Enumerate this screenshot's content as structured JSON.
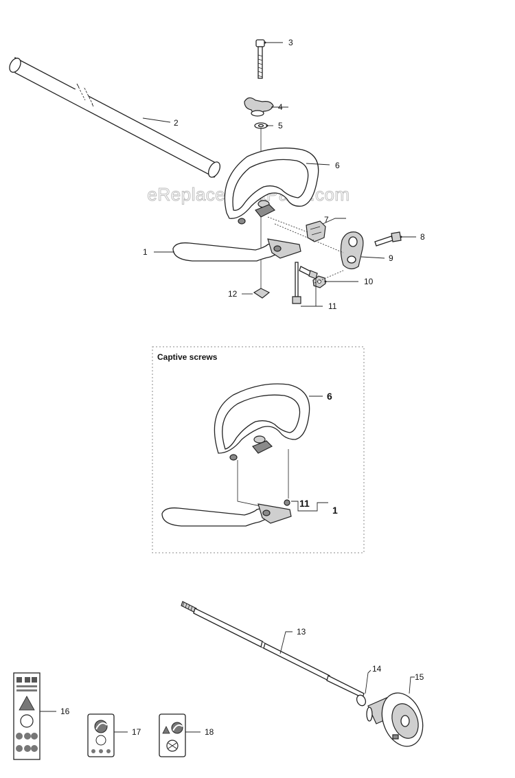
{
  "watermark": "eReplacementParts.com",
  "inset": {
    "title": "Captive screws",
    "callouts": [
      "6",
      "11",
      "1"
    ]
  },
  "callouts": [
    "1",
    "2",
    "3",
    "4",
    "5",
    "6",
    "7",
    "8",
    "9",
    "10",
    "11",
    "12",
    "13",
    "14",
    "15",
    "16",
    "17",
    "18"
  ],
  "parts": [
    {
      "number": "1",
      "icon": "loop-handle-bar-icon"
    },
    {
      "number": "2",
      "icon": "shaft-tube-icon"
    },
    {
      "number": "3",
      "icon": "bolt-icon"
    },
    {
      "number": "4",
      "icon": "wing-knob-icon"
    },
    {
      "number": "5",
      "icon": "washer-icon"
    },
    {
      "number": "6",
      "icon": "loop-handle-icon"
    },
    {
      "number": "7",
      "icon": "clamp-icon"
    },
    {
      "number": "8",
      "icon": "screw-icon"
    },
    {
      "number": "9",
      "icon": "stop-bracket-icon"
    },
    {
      "number": "10",
      "icon": "nut-icon"
    },
    {
      "number": "11",
      "icon": "screw-icon"
    },
    {
      "number": "12",
      "icon": "square-nut-icon"
    },
    {
      "number": "13",
      "icon": "drive-shaft-icon"
    },
    {
      "number": "14",
      "icon": "snap-ring-icon"
    },
    {
      "number": "15",
      "icon": "clutch-drum-icon"
    },
    {
      "number": "16",
      "icon": "warning-decal-icon"
    },
    {
      "number": "17",
      "icon": "decal-icon"
    },
    {
      "number": "18",
      "icon": "decal-icon"
    }
  ]
}
